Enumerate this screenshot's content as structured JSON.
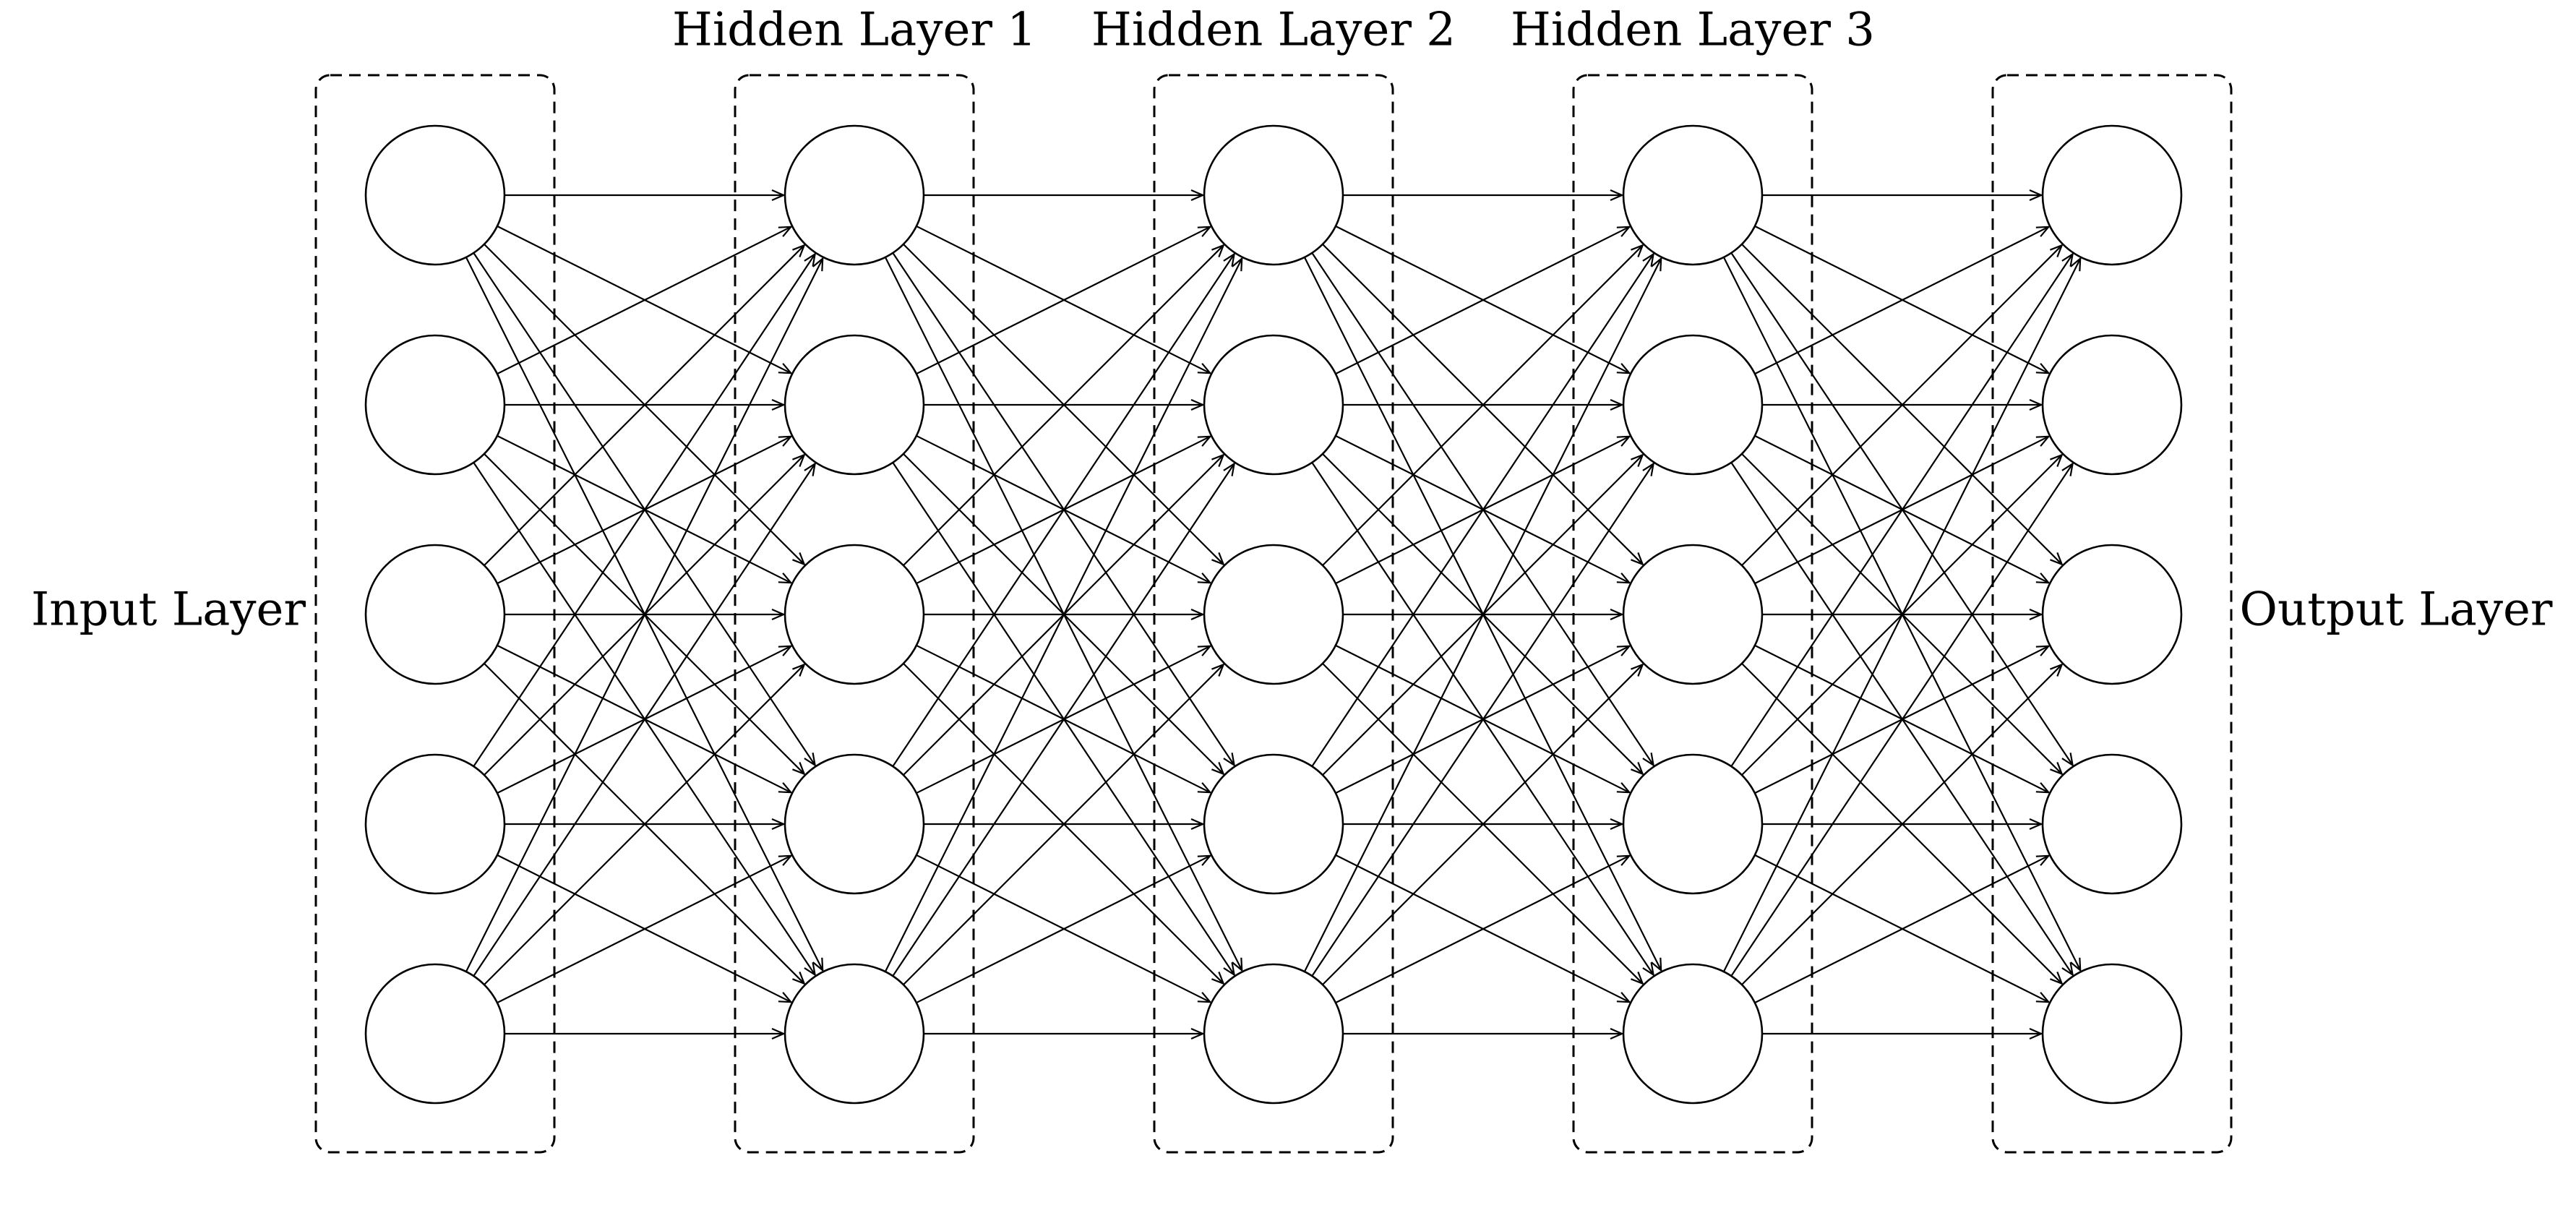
{
  "diagram": {
    "type": "fully-connected neural network",
    "colors": {
      "stroke": "#000000",
      "background": "#ffffff",
      "node_fill": "#ffffff"
    },
    "layers": [
      {
        "id": "input",
        "label": "Input Layer",
        "neurons": 5
      },
      {
        "id": "hidden1",
        "label": "Hidden Layer 1",
        "neurons": 5
      },
      {
        "id": "hidden2",
        "label": "Hidden Layer 2",
        "neurons": 5
      },
      {
        "id": "hidden3",
        "label": "Hidden Layer 3",
        "neurons": 5
      },
      {
        "id": "output",
        "label": "Output Layer",
        "neurons": 5
      }
    ],
    "connections": "all-to-all between consecutive layers",
    "edge_style": "arrow",
    "layer_box_style": "dashed rounded rectangle"
  }
}
